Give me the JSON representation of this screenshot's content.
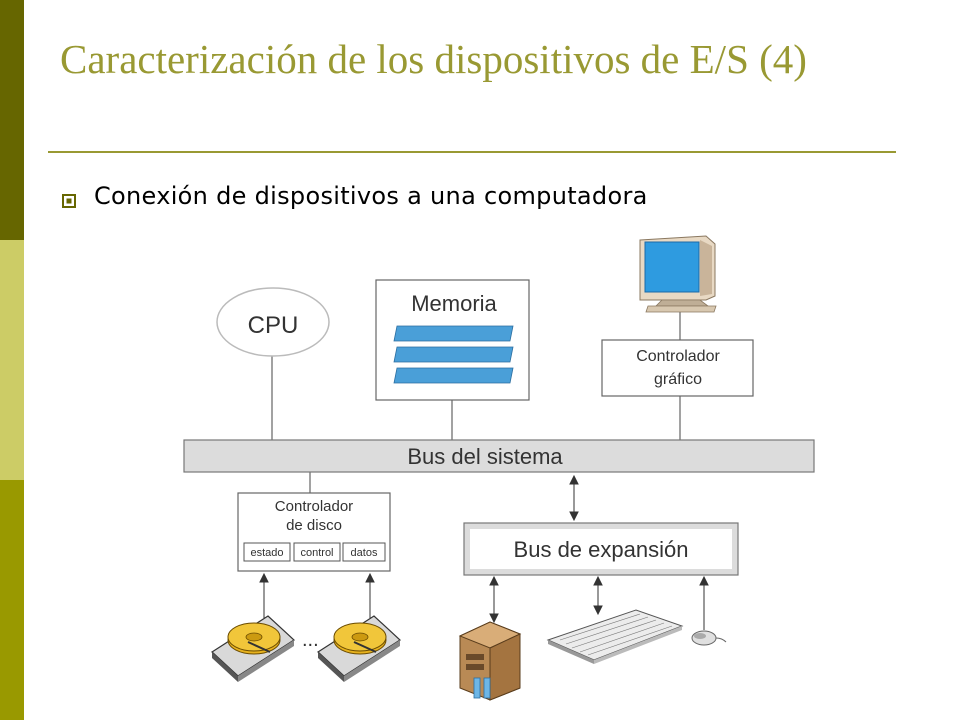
{
  "slide": {
    "title": "Caracterización de los dispositivos de E/S (4)",
    "bullet": "Conexión de dispositivos a una computadora"
  },
  "diagram": {
    "cpu": "CPU",
    "memory": "Memoria",
    "graphics_controller_line1": "Controlador",
    "graphics_controller_line2": "gráfico",
    "system_bus": "Bus del sistema",
    "disk_controller_line1": "Controlador",
    "disk_controller_line2": "de disco",
    "register_estado": "estado",
    "register_control": "control",
    "register_datos": "datos",
    "expansion_bus": "Bus de expansión",
    "ellipsis": "..."
  },
  "colors": {
    "sidebar_dark": "#666600",
    "sidebar_light": "#cccc66",
    "sidebar_mid": "#999900",
    "title": "#999933",
    "memory_bars": "#4a9fd8",
    "monitor_screen": "#2e9be0",
    "bus_fill": "#dcdcdc"
  }
}
